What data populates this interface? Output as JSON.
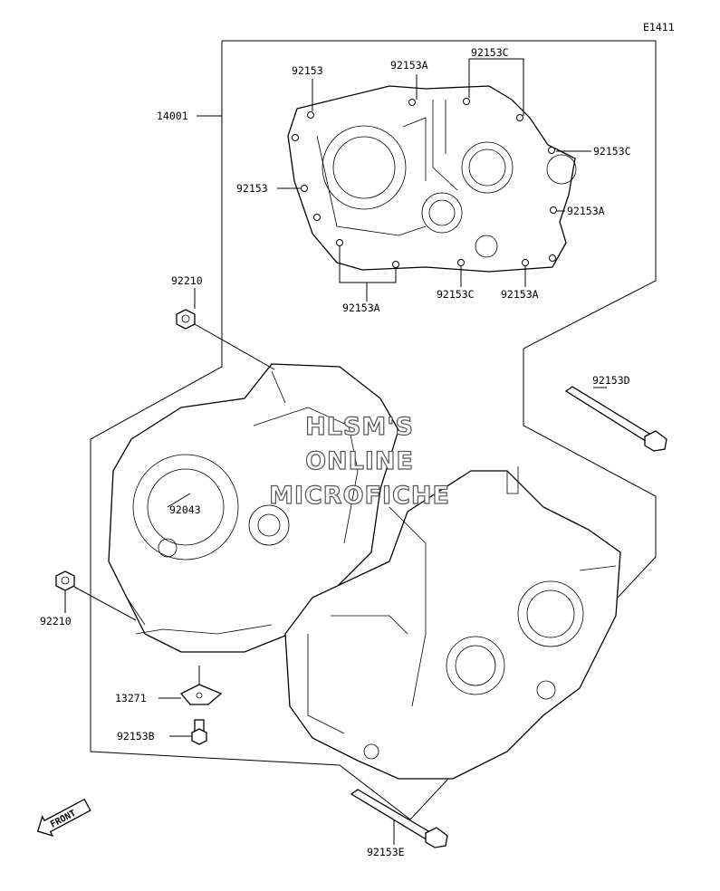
{
  "figure_code": "E1411",
  "watermark": {
    "line1": "HLSM'S",
    "line2": "ONLINE",
    "line3": "MICROFICHE"
  },
  "front_arrow_label": "FRONT",
  "callouts": {
    "c14001": "14001",
    "c92153_top": "92153",
    "c92153A_top": "92153A",
    "c92153C_top": "92153C",
    "c92153C_right": "92153C",
    "c92153_left": "92153",
    "c92153A_right": "92153A",
    "c92153A_bottom_left": "92153A",
    "c92153C_bottom": "92153C",
    "c92153A_bottom_right": "92153A",
    "c92210_upper": "92210",
    "c92210_lower": "92210",
    "c92043": "92043",
    "c92153D": "92153D",
    "c13271": "13271",
    "c92153B": "92153B",
    "c92153E": "92153E"
  },
  "part_icons": [
    "crankcase-half-outline",
    "crankcase-assembly",
    "hex-nut",
    "long-bolt",
    "plate",
    "small-bolt"
  ]
}
